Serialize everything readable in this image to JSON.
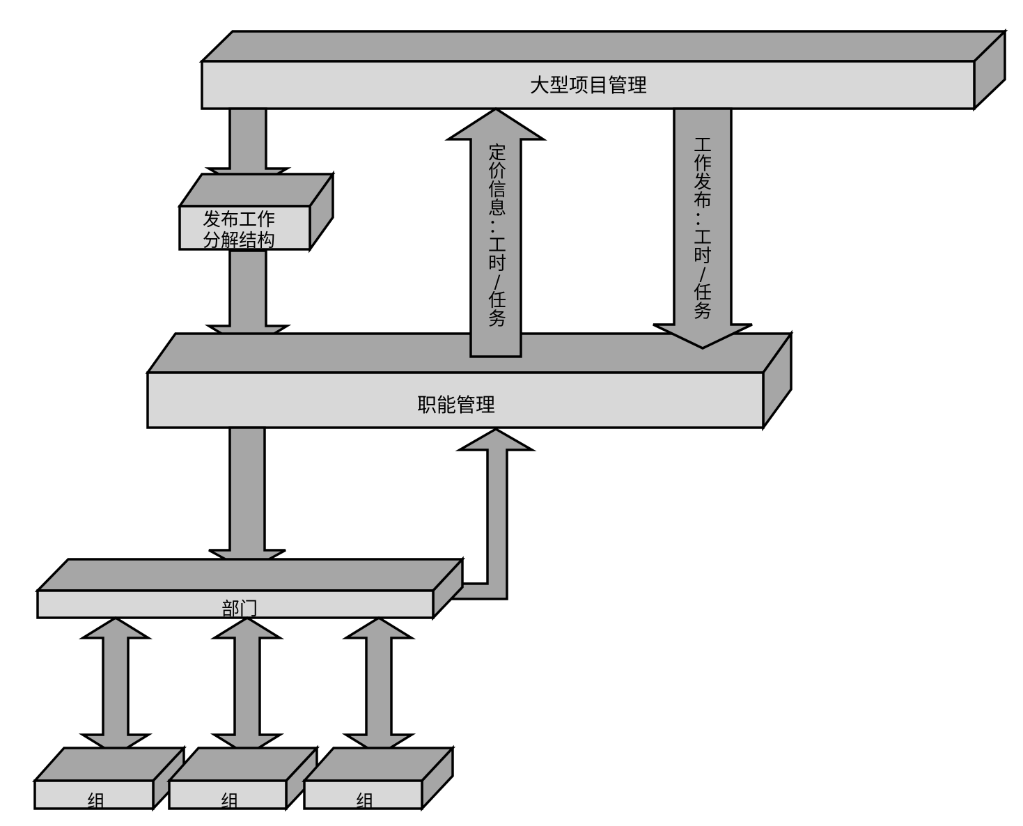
{
  "labels": {
    "project_management": "大型项目管理",
    "wbs_line1": "发布工作",
    "wbs_line2": "分解结构",
    "functional_management": "职能管理",
    "department": "部门",
    "group_1": "组",
    "group_2": "组",
    "group_3": "组",
    "pricing_info_chars": [
      "定",
      "价",
      "信",
      "息",
      "：",
      "工",
      "时",
      "/",
      "任",
      "务"
    ],
    "work_release_chars": [
      "工",
      "作",
      "发",
      "布",
      "：",
      "工",
      "时",
      "/",
      "任",
      "务"
    ]
  },
  "colors": {
    "box_front": "#d8d8d8",
    "box_top_side": "#a6a6a6",
    "arrow_fill": "#a6a6a6",
    "stroke": "#000000",
    "background": "#ffffff"
  }
}
